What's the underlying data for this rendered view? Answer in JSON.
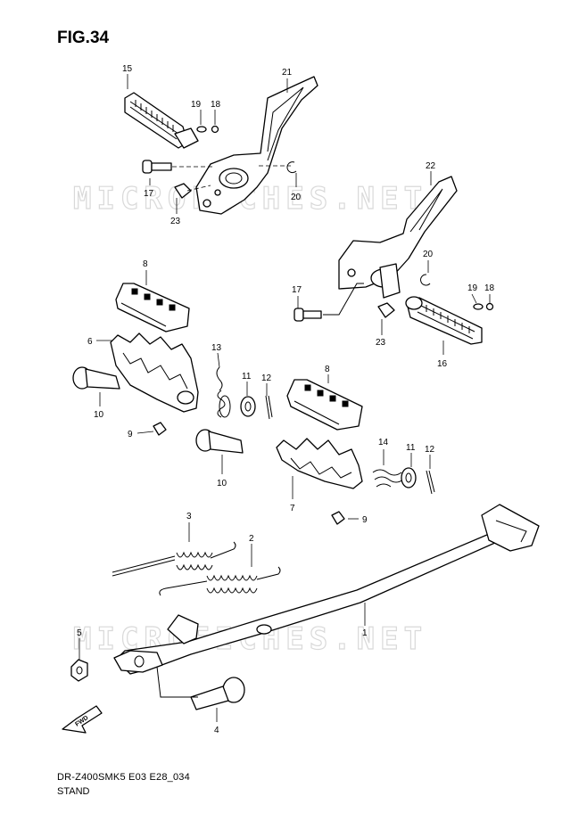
{
  "figure": {
    "title": "FIG.34",
    "model_code": "DR-Z400SMK5 E03 E28_034",
    "section_name": "STAND",
    "fwd_label": "FWD"
  },
  "watermark": {
    "text": "MICROFICHES.NET"
  },
  "callouts": [
    {
      "id": "c15",
      "label": "15"
    },
    {
      "id": "c21",
      "label": "21"
    },
    {
      "id": "c19a",
      "label": "19"
    },
    {
      "id": "c18a",
      "label": "18"
    },
    {
      "id": "c17a",
      "label": "17"
    },
    {
      "id": "c20a",
      "label": "20"
    },
    {
      "id": "c23a",
      "label": "23"
    },
    {
      "id": "c22",
      "label": "22"
    },
    {
      "id": "c20b",
      "label": "20"
    },
    {
      "id": "c17b",
      "label": "17"
    },
    {
      "id": "c19b",
      "label": "19"
    },
    {
      "id": "c18b",
      "label": "18"
    },
    {
      "id": "c23b",
      "label": "23"
    },
    {
      "id": "c16",
      "label": "16"
    },
    {
      "id": "c8a",
      "label": "8"
    },
    {
      "id": "c6",
      "label": "6"
    },
    {
      "id": "c13",
      "label": "13"
    },
    {
      "id": "c11a",
      "label": "11"
    },
    {
      "id": "c12a",
      "label": "12"
    },
    {
      "id": "c10a",
      "label": "10"
    },
    {
      "id": "c9a",
      "label": "9"
    },
    {
      "id": "c8b",
      "label": "8"
    },
    {
      "id": "c14",
      "label": "14"
    },
    {
      "id": "c11b",
      "label": "11"
    },
    {
      "id": "c12b",
      "label": "12"
    },
    {
      "id": "c10b",
      "label": "10"
    },
    {
      "id": "c7",
      "label": "7"
    },
    {
      "id": "c9b",
      "label": "9"
    },
    {
      "id": "c3",
      "label": "3"
    },
    {
      "id": "c2",
      "label": "2"
    },
    {
      "id": "c1",
      "label": "1"
    },
    {
      "id": "c5",
      "label": "5"
    },
    {
      "id": "c4",
      "label": "4"
    }
  ]
}
